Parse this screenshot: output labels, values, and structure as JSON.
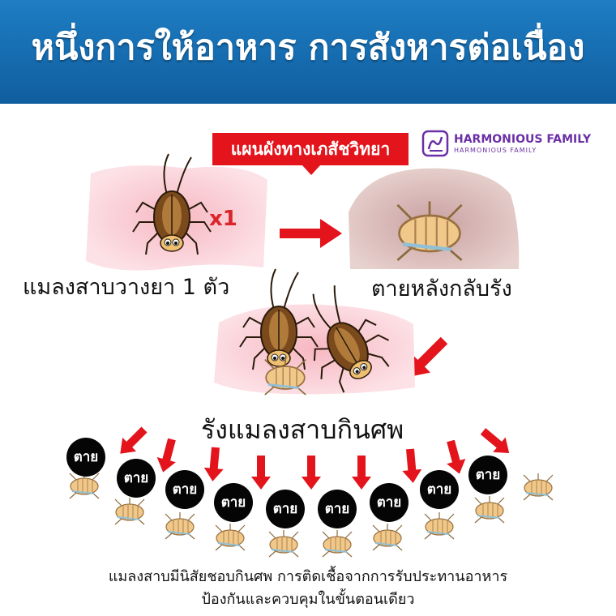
{
  "header": {
    "title": "หนึ่งการให้อาหาร  การสังหารต่อเนื่อง"
  },
  "diagram_label": "แผนผังทางเภสัชวิทยา",
  "brand": {
    "name": "HARMONIOUS FAMILY",
    "sub": "HARMONIOUS  FAMILY",
    "color": "#6b2fa6"
  },
  "stages": {
    "bait_label": "แมลงสาบวางยา 1 ตัว",
    "count_label": "x1",
    "return_label": "ตายหลังกลับรัง",
    "nest_label": "รังแมลงสาบกินศพ"
  },
  "death_badges": [
    "ตาย",
    "ตาย",
    "ตาย",
    "ตาย",
    "ตาย",
    "ตาย",
    "ตาย",
    "ตาย",
    "ตาย"
  ],
  "footer": {
    "line1": "แมลงสาบมีนิสัยชอบกินศพ การติดเชื้อจากการรับประทานอาหาร",
    "line2": "ป้องกันและควบคุมในขั้นตอนเดียว"
  },
  "colors": {
    "banner": "#1f7dc3",
    "accent_red": "#e3141b",
    "badge": "#050505"
  }
}
